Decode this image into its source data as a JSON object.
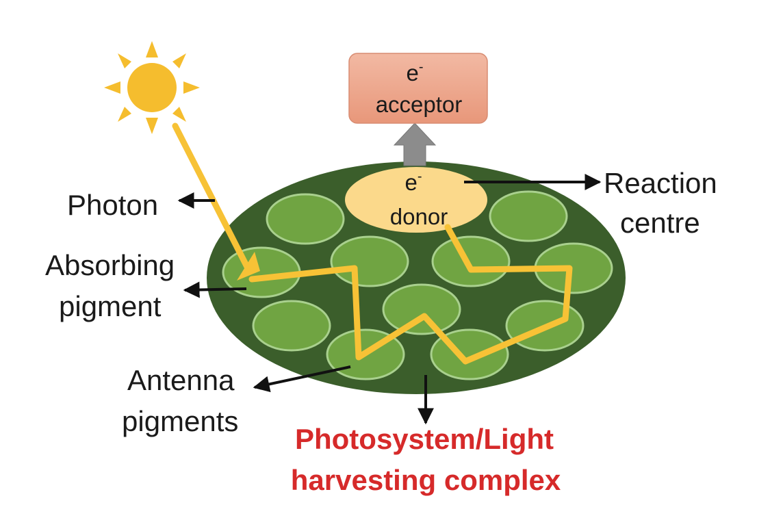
{
  "labels": {
    "photon": "Photon",
    "absorbing_line1": "Absorbing",
    "absorbing_line2": "pigment",
    "antenna_line1": "Antenna",
    "antenna_line2": "pigments",
    "reaction_line1": "Reaction",
    "reaction_line2": "centre",
    "title_line1": "Photosystem/Light",
    "title_line2": "harvesting complex"
  },
  "acceptor": {
    "symbol": "e",
    "charge": "-",
    "word": "acceptor"
  },
  "donor": {
    "symbol": "e",
    "charge": "-",
    "word": "donor"
  },
  "colors": {
    "ellipse_dark": "#3b5e2b",
    "pigment_fill": "#70a442",
    "pigment_stroke": "#a9d08e",
    "donor_fill": "#fbd98b",
    "acceptor_fill": "#eda58c",
    "ray": "#f7c236",
    "sun": "#f5bd2e",
    "title": "#d62a2a",
    "up_arrow": "#8c8c8c"
  }
}
